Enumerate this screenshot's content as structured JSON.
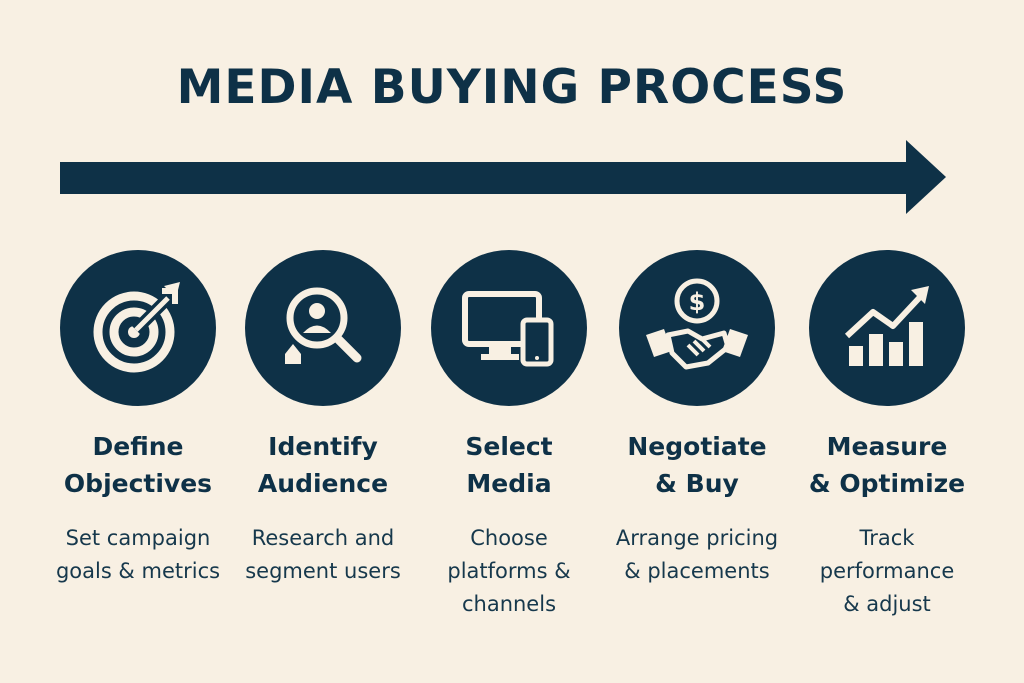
{
  "title": "MEDIA BUYING PROCESS",
  "colors": {
    "background": "#f8f0e3",
    "primary": "#0e3147",
    "icon": "#f8f0e3"
  },
  "steps": [
    {
      "icon": "target-icon",
      "title_lines": [
        "Define",
        "Objectives"
      ],
      "desc_lines": [
        "Set campaign",
        "goals & metrics"
      ]
    },
    {
      "icon": "magnifier-user-icon",
      "title_lines": [
        "Identify",
        "Audience"
      ],
      "desc_lines": [
        "Research and",
        "segment users"
      ]
    },
    {
      "icon": "devices-icon",
      "title_lines": [
        "Select",
        "Media"
      ],
      "desc_lines": [
        "Choose",
        "platforms &",
        "channels"
      ]
    },
    {
      "icon": "handshake-dollar-icon",
      "title_lines": [
        "Negotiate",
        "& Buy"
      ],
      "desc_lines": [
        "Arrange pricing",
        "& placements"
      ]
    },
    {
      "icon": "growth-chart-icon",
      "title_lines": [
        "Measure",
        "& Optimize"
      ],
      "desc_lines": [
        "Track",
        "performance",
        "& adjust"
      ]
    }
  ]
}
